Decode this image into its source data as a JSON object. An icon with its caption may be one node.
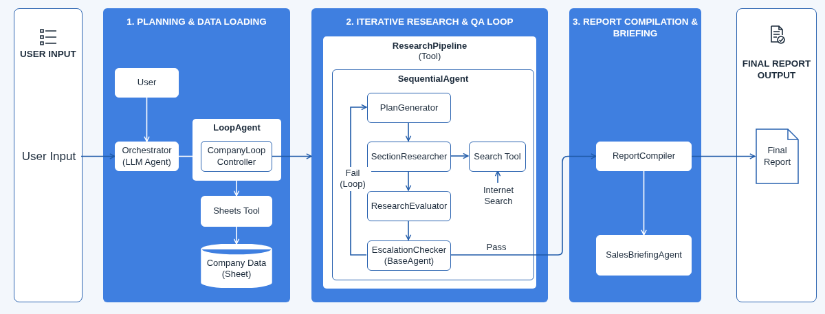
{
  "diagram": {
    "nodes": [
      {
        "text": [
          "USER INPUT"
        ]
      },
      {
        "text": [
          "User Input"
        ],
        "in": 0
      },
      {
        "text": [
          "1. PLANNING & DATA LOADING"
        ]
      },
      {
        "text": [
          "User"
        ],
        "in": 2
      },
      {
        "text": [
          "Orchestrator (LLM Agent)"
        ],
        "in": 2
      },
      {
        "text": [
          "LoopAgent"
        ],
        "in": 2
      },
      {
        "text": [
          "CompanyLoop Controller"
        ],
        "in": 5
      },
      {
        "text": [
          "Sheets Tool"
        ],
        "in": 2
      },
      {
        "text": [
          "Company Data (Sheet)"
        ],
        "in": 2
      },
      {
        "text": [
          "2. ITERATIVE RESEARCH & QA LOOP"
        ]
      },
      {
        "text": [
          "ResearchPipeline",
          "(Tool)"
        ],
        "in": 9
      },
      {
        "text": [
          "SequentialAgent"
        ],
        "in": 10
      },
      {
        "text": [
          "PlanGenerator"
        ],
        "in": 11
      },
      {
        "text": [
          "SectionResearcher"
        ],
        "in": 11
      },
      {
        "text": [
          "Search Tool"
        ],
        "in": 11
      },
      {
        "text": [
          "Internet Search"
        ],
        "in": 11
      },
      {
        "text": [
          "ResearchEvaluator"
        ],
        "in": 11
      },
      {
        "text": [
          "EscalationChecker (BaseAgent)"
        ],
        "in": 11
      },
      {
        "text": [
          "3. REPORT COMPILATION & BRIEFING"
        ]
      },
      {
        "text": [
          "ReportCompiler"
        ],
        "in": 18
      },
      {
        "text": [
          "SalesBriefingAgent"
        ],
        "in": 18
      },
      {
        "text": [
          "FINAL REPORT OUTPUT"
        ]
      },
      {
        "text": [
          "Final Report"
        ],
        "in": 21
      }
    ],
    "edges": [
      {
        "from": 1,
        "to": 4,
        "arrow": "to"
      },
      {
        "from": 3,
        "to": 4,
        "arrow": "to",
        "color": "#ffffff"
      },
      {
        "from": 4,
        "to": 6,
        "arrow": "to",
        "color": "#ffffff"
      },
      {
        "from": 6,
        "to": 9,
        "arrow": "to"
      },
      {
        "from": 6,
        "to": 7,
        "arrow": "to",
        "color": "#ffffff"
      },
      {
        "from": 7,
        "to": 8,
        "arrow": "to",
        "color": "#ffffff"
      },
      {
        "from": 12,
        "to": 13,
        "arrow": "to"
      },
      {
        "from": 13,
        "to": 14,
        "arrow": "to"
      },
      {
        "from": 15,
        "to": 14,
        "arrow": "to"
      },
      {
        "from": 13,
        "to": 16,
        "arrow": "to"
      },
      {
        "from": 16,
        "to": 17,
        "arrow": "to"
      },
      {
        "from": 17,
        "to": 12,
        "arrow": "to",
        "label": "Fail (Loop)"
      },
      {
        "from": 17,
        "to": 19,
        "arrow": "to",
        "label": "Pass"
      },
      {
        "from": 19,
        "to": 22,
        "arrow": "to"
      },
      {
        "from": 19,
        "to": 20,
        "arrow": "to",
        "color": "#ffffff"
      }
    ]
  }
}
